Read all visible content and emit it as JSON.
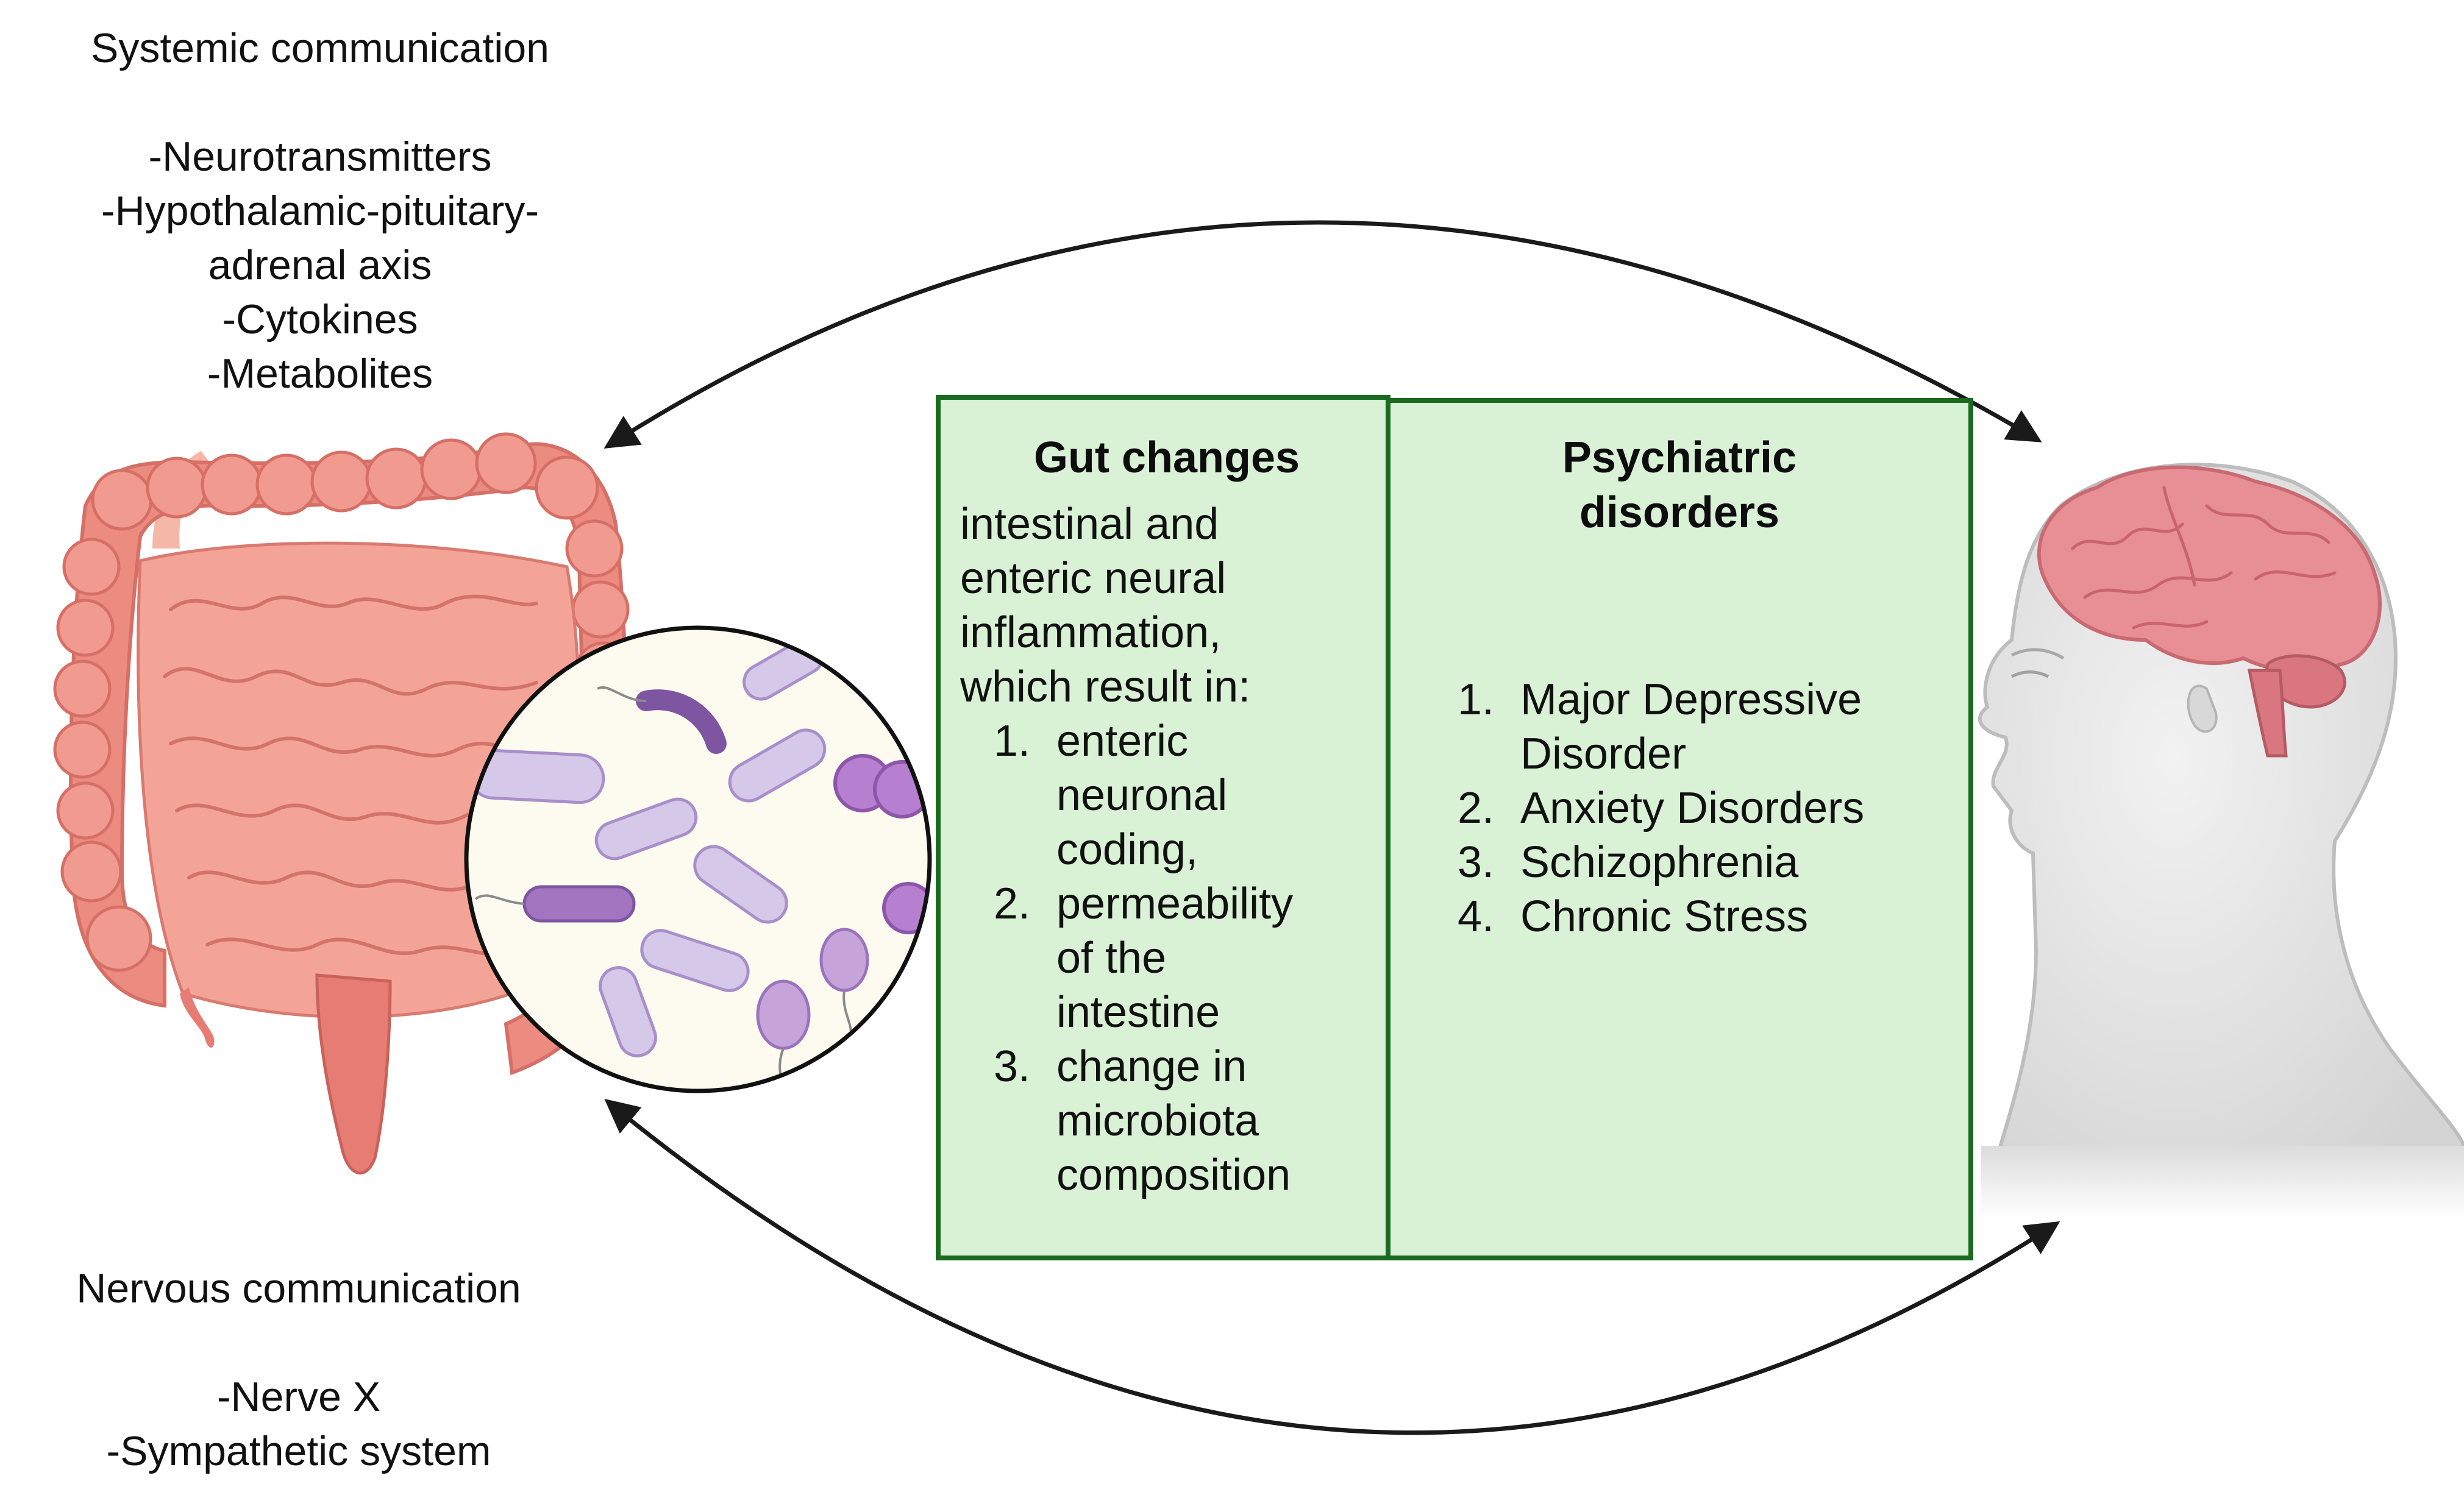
{
  "systemic": {
    "title": "Systemic communication",
    "items": [
      "-Neurotransmitters",
      "-Hypothalamic-pituitary-",
      "adrenal axis",
      "-Cytokines",
      "-Metabolites"
    ]
  },
  "nervous": {
    "title": "Nervous communication",
    "items": [
      "-Nerve X",
      "-Sympathetic system"
    ]
  },
  "gut_panel": {
    "title": "Gut changes",
    "intro": [
      "intestinal and",
      "enteric neural",
      "inflammation,",
      "which result in:"
    ],
    "list": [
      {
        "num": "1.",
        "lines": [
          "enteric",
          "neuronal",
          "coding,"
        ]
      },
      {
        "num": "2.",
        "lines": [
          "permeability",
          "of the",
          "intestine"
        ]
      },
      {
        "num": "3.",
        "lines": [
          "change in",
          "microbiota",
          "composition"
        ]
      }
    ]
  },
  "psych_panel": {
    "title_lines": [
      "Psychiatric",
      "disorders"
    ],
    "list": [
      {
        "num": "1.",
        "lines": [
          "Major Depressive",
          "Disorder"
        ]
      },
      {
        "num": "2.",
        "lines": [
          "Anxiety Disorders"
        ]
      },
      {
        "num": "3.",
        "lines": [
          "Schizophrenia"
        ]
      },
      {
        "num": "4.",
        "lines": [
          "Chronic Stress"
        ]
      }
    ]
  },
  "colors": {
    "panel_fill": "#d9f2d6",
    "panel_border": "#1a6b1f",
    "gut_pink": "#ef8f86",
    "brain_pink": "#e88f95",
    "microbe_purple": "#b79ad1",
    "arrow": "#1a1a1a"
  },
  "icons": [
    "intestine-illustration",
    "microbiota-magnifier",
    "human-head-brain-illustration"
  ]
}
